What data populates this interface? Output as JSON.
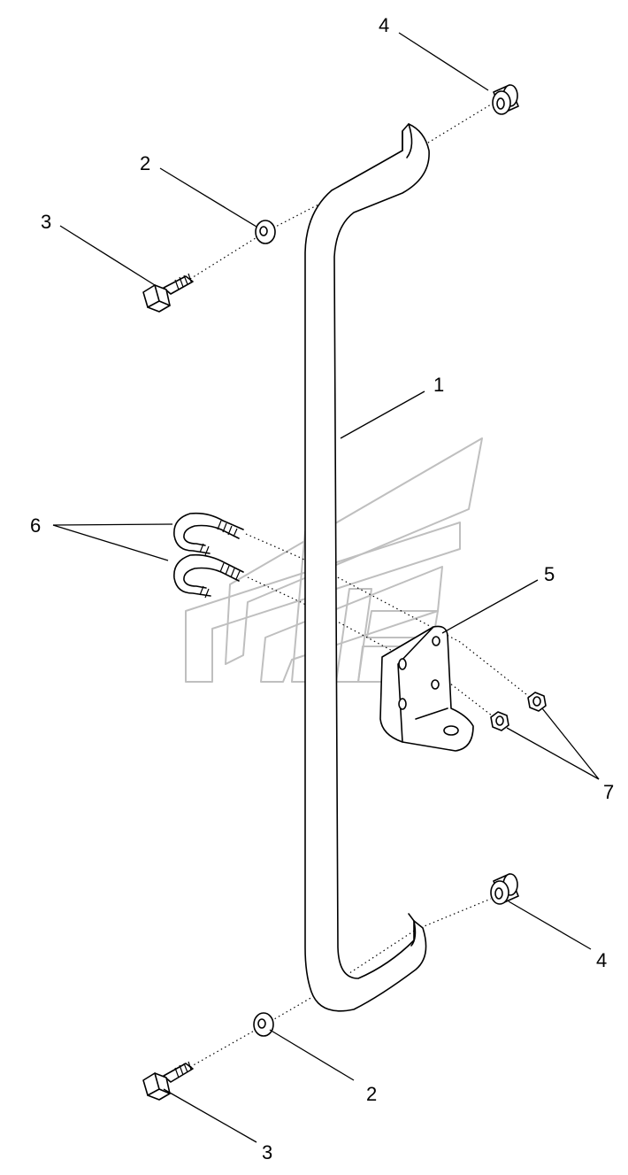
{
  "diagram": {
    "type": "exploded parts diagram",
    "callouts": {
      "handrail": "1",
      "washer_top": "2",
      "washer_bottom": "2",
      "bolt_top": "3",
      "bolt_bottom": "3",
      "spacer_top": "4",
      "spacer_bottom": "4",
      "bracket": "5",
      "u_bolts": "6",
      "nuts": "7"
    },
    "colors": {
      "line": "#000000",
      "background": "#ffffff",
      "watermark": "#bfbfbf"
    }
  }
}
